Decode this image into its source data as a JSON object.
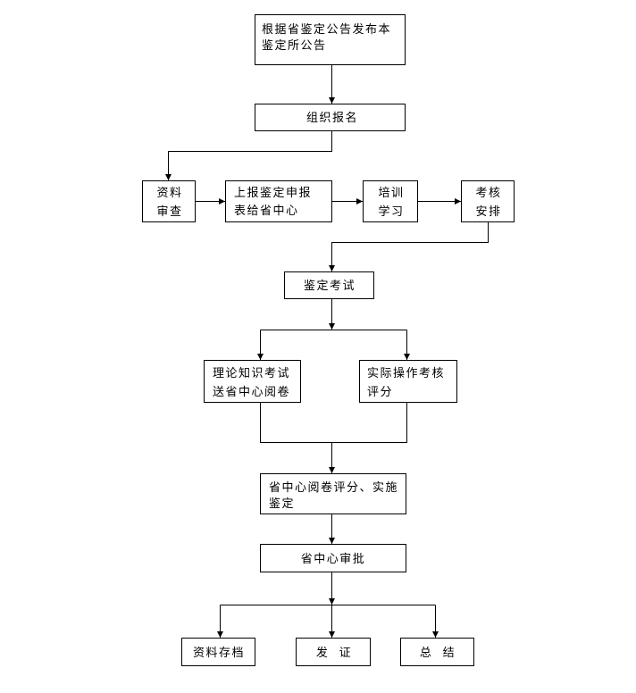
{
  "colors": {
    "line": "#000000",
    "box_fill": "#ffffff",
    "text": "#000000"
  },
  "flowchart": {
    "publish_notice": {
      "lines": [
        "根据省鉴定公告发布本",
        "鉴定所公告"
      ]
    },
    "registration": {
      "lines": [
        "组织报名"
      ]
    },
    "document_review": {
      "lines": [
        "资料",
        "审查"
      ]
    },
    "submit_application": {
      "lines": [
        "上报鉴定申报",
        "表给省中心"
      ]
    },
    "training": {
      "lines": [
        "培训",
        "学习"
      ]
    },
    "exam_arrangement": {
      "lines": [
        "考核",
        "安排"
      ]
    },
    "appraisal_exam": {
      "lines": [
        "鉴定考试"
      ]
    },
    "theory_exam": {
      "lines": [
        "理论知识考试",
        "送省中心阅卷"
      ]
    },
    "practical_exam": {
      "lines": [
        "实际操作考核",
        "评分"
      ]
    },
    "center_grading": {
      "lines": [
        "省中心阅卷评分、实施",
        "鉴定"
      ]
    },
    "center_approval": {
      "lines": [
        "省中心审批"
      ]
    },
    "archive": {
      "lines": [
        "资料存档"
      ]
    },
    "certificate": {
      "lines": [
        "发  证"
      ]
    },
    "summary": {
      "lines": [
        "总  结"
      ]
    }
  }
}
